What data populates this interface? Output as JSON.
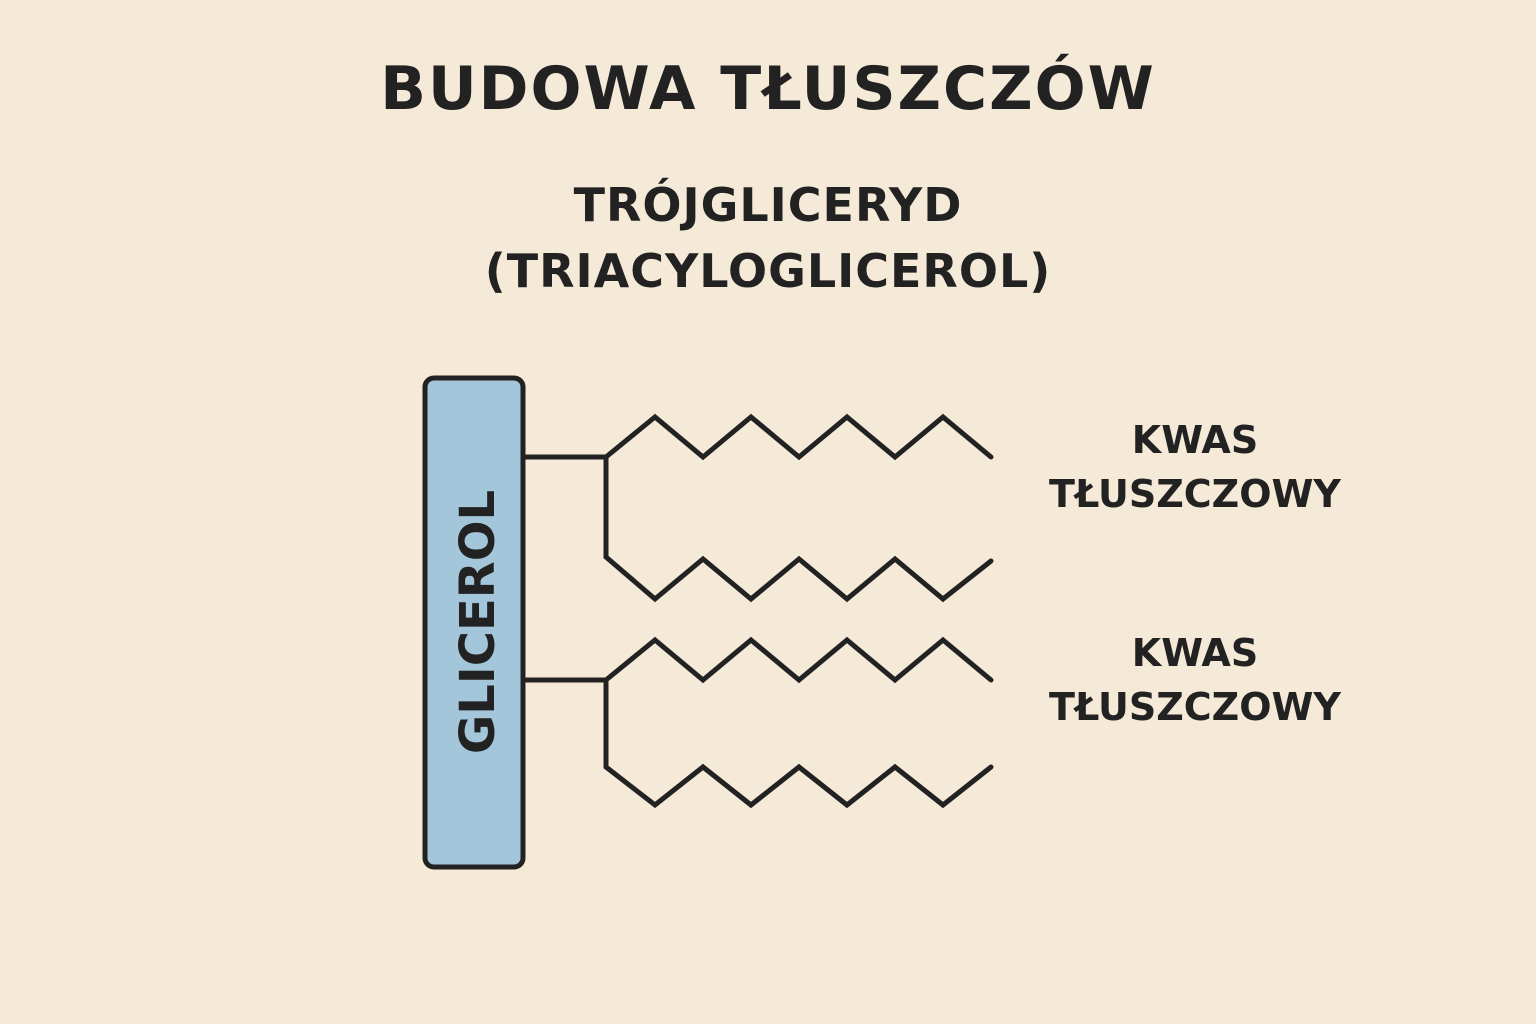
{
  "title": "BUDOWA TŁUSZCZÓW",
  "subtitle_line1": "TRÓJGLICERYD",
  "subtitle_line2": "(TRIACYLOGLICEROL)",
  "glycerol_label": "GLICEROL",
  "labels": [
    {
      "line1": "KWAS",
      "line2": "TŁUSZCZOWY"
    },
    {
      "line1": "KWAS",
      "line2": "TŁUSZCZOWY"
    }
  ],
  "colors": {
    "background": "#f5ead8",
    "glycerol": "#a3c6da",
    "stroke": "#222222"
  }
}
